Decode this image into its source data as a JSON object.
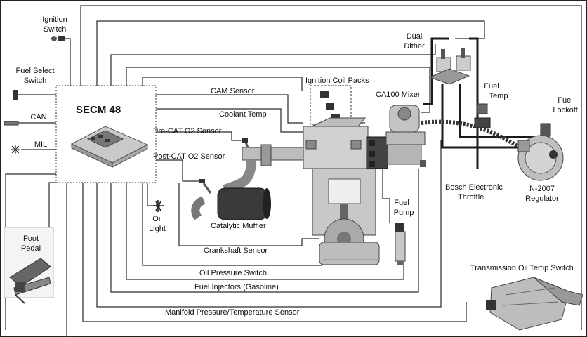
{
  "ecu": {
    "title": "SECM 48"
  },
  "left_inputs": {
    "ignition_switch": [
      "Ignition",
      "Switch"
    ],
    "fuel_select_switch": [
      "Fuel Select",
      "Switch"
    ],
    "can": "CAN",
    "mil": "MIL"
  },
  "sensors": {
    "cam": "CAM Sensor",
    "coolant": "Coolant Temp",
    "pre_cat": "Pre-CAT O2 Sensor",
    "post_cat": "Post-CAT O2 Sensor",
    "crankshaft": "Crankshaft Sensor",
    "oil_pressure": "Oil Pressure Switch",
    "fuel_injectors": "Fuel Injectors (Gasoline)",
    "manifold": "Manifold Pressure/Temperature Sensor"
  },
  "components": {
    "ignition_coil_packs": "Ignition Coil Packs",
    "ca100_mixer": "CA100 Mixer",
    "dual_dither": [
      "Dual",
      "Dither"
    ],
    "fuel_temp": [
      "Fuel",
      "Temp"
    ],
    "fuel_lockoff": [
      "Fuel",
      "Lockoff"
    ],
    "bosch_throttle": [
      "Bosch Electronic",
      "Throttle"
    ],
    "regulator": [
      "N-2007",
      "Regulator"
    ],
    "catalytic_muffler": "Catalytic Muffler",
    "oil_light": [
      "Oil",
      "Light"
    ],
    "fuel_pump": [
      "Fuel",
      "Pump"
    ],
    "foot_pedal": [
      "Foot",
      "Pedal"
    ],
    "transmission": "Transmission Oil Temp Switch"
  },
  "colors": {
    "wire": "#2a2a2a",
    "component": "#8a8a8a",
    "background": "#ffffff"
  }
}
